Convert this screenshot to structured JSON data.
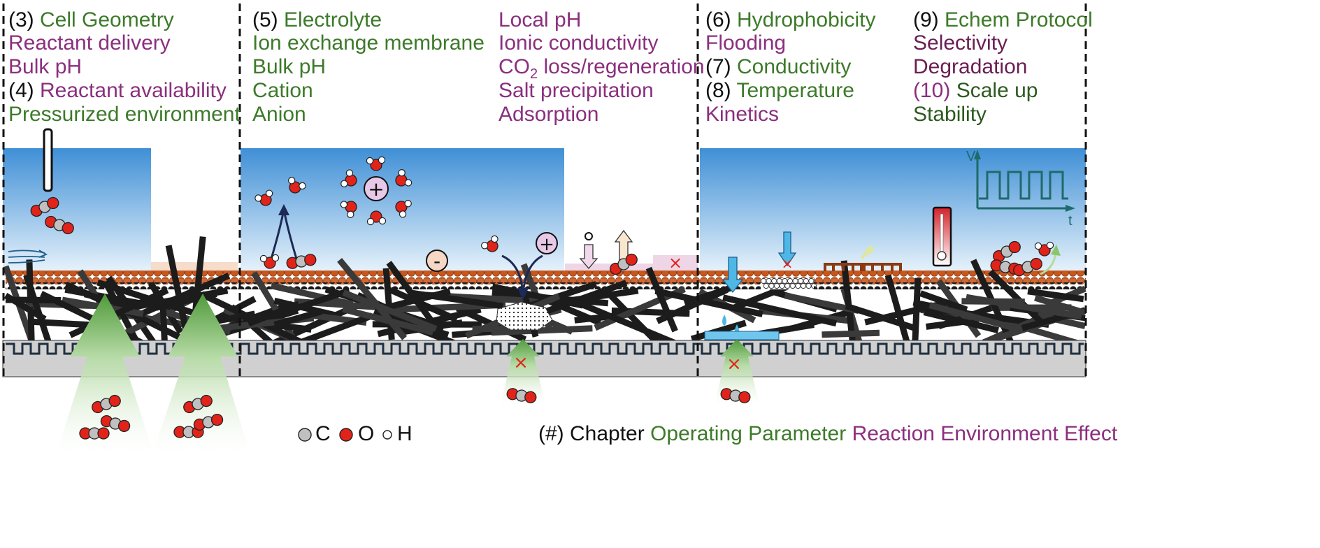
{
  "colors": {
    "green": "#3d7a2a",
    "darkgreen": "#2d5a1f",
    "purple": "#8b2f7e",
    "darkpurple": "#6a1e55",
    "water_top": "#3f8fd6",
    "water_bottom": "#e8f3fb",
    "catalyst": "#c8571d",
    "fiber": "#1c1c1c",
    "flow_field": "#d0d0d0",
    "oxygen": "#e2231a",
    "carbon": "#c0c0c0",
    "arrow_green": "#4f9a3a"
  },
  "sections": {
    "cell": {
      "chapter3": "(3)",
      "cell_geometry": "Cell Geometry",
      "reactant_delivery": "Reactant delivery",
      "bulk_ph": "Bulk pH",
      "chapter4": "(4)",
      "reactant_availability": "Reactant availability",
      "pressurized": "Pressurized environment"
    },
    "electrolyte": {
      "chapter5": "(5)",
      "electrolyte": "Electrolyte",
      "membrane": "Ion exchange membrane",
      "bulk_ph": "Bulk pH",
      "cation": "Cation",
      "anion": "Anion",
      "local_ph": "Local pH",
      "ionic_conductivity": "Ionic conductivity",
      "co2_prefix": "CO",
      "co2_sub": "2",
      "co2_suffix": " loss/regeneration",
      "salt": "Salt precipitation",
      "adsorption": "Adsorption"
    },
    "electrode": {
      "chapter6": "(6)",
      "hydrophobicity": "Hydrophobicity",
      "flooding": "Flooding",
      "chapter7": "(7)",
      "conductivity": "Conductivity",
      "chapter8": "(8)",
      "temperature": "Temperature",
      "kinetics": "Kinetics"
    },
    "protocol": {
      "chapter9": "(9)",
      "echem": "Echem Protocol",
      "selectivity": "Selectivity",
      "degradation": "Degradation",
      "chapter10": "(10)",
      "scale_up": "Scale up",
      "stability": "Stability"
    }
  },
  "symbols": {
    "plus": "+",
    "minus": "-",
    "cross": "×"
  },
  "waveform": {
    "y_axis": "V",
    "x_axis": "t"
  },
  "legend": {
    "carbon": "C",
    "oxygen": "O",
    "hydrogen": "H",
    "chapter": "(#) Chapter",
    "operating": "Operating Parameter",
    "environment": "Reaction Environment Effect"
  }
}
